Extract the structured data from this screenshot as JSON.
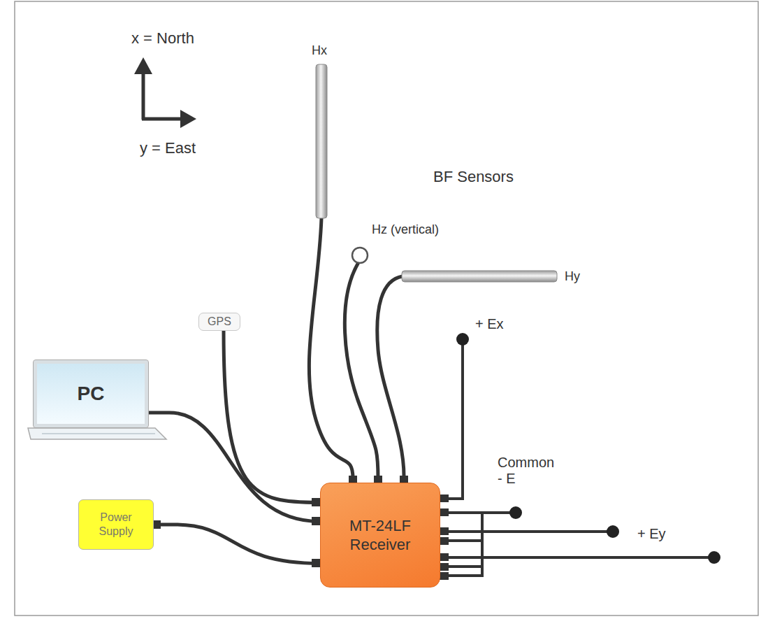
{
  "diagram": {
    "nodes": [
      {
        "text": [
          "GPS"
        ]
      },
      {
        "text": [
          "PC"
        ]
      },
      {
        "text": [
          "Power Supply"
        ]
      },
      {
        "text": [
          "MT-24LF Receiver"
        ]
      }
    ],
    "edges": [
      {
        "from": 0,
        "to": 3,
        "arrow": "none"
      },
      {
        "from": 1,
        "to": 3,
        "arrow": "none"
      },
      {
        "from": 2,
        "to": 3,
        "arrow": "none"
      }
    ],
    "labels": [
      "x = North",
      "y = East",
      "Hx",
      "Hz (vertical)",
      "Hy",
      "BF Sensors",
      "+ Ex",
      "Common - E",
      "+ Ey"
    ]
  }
}
